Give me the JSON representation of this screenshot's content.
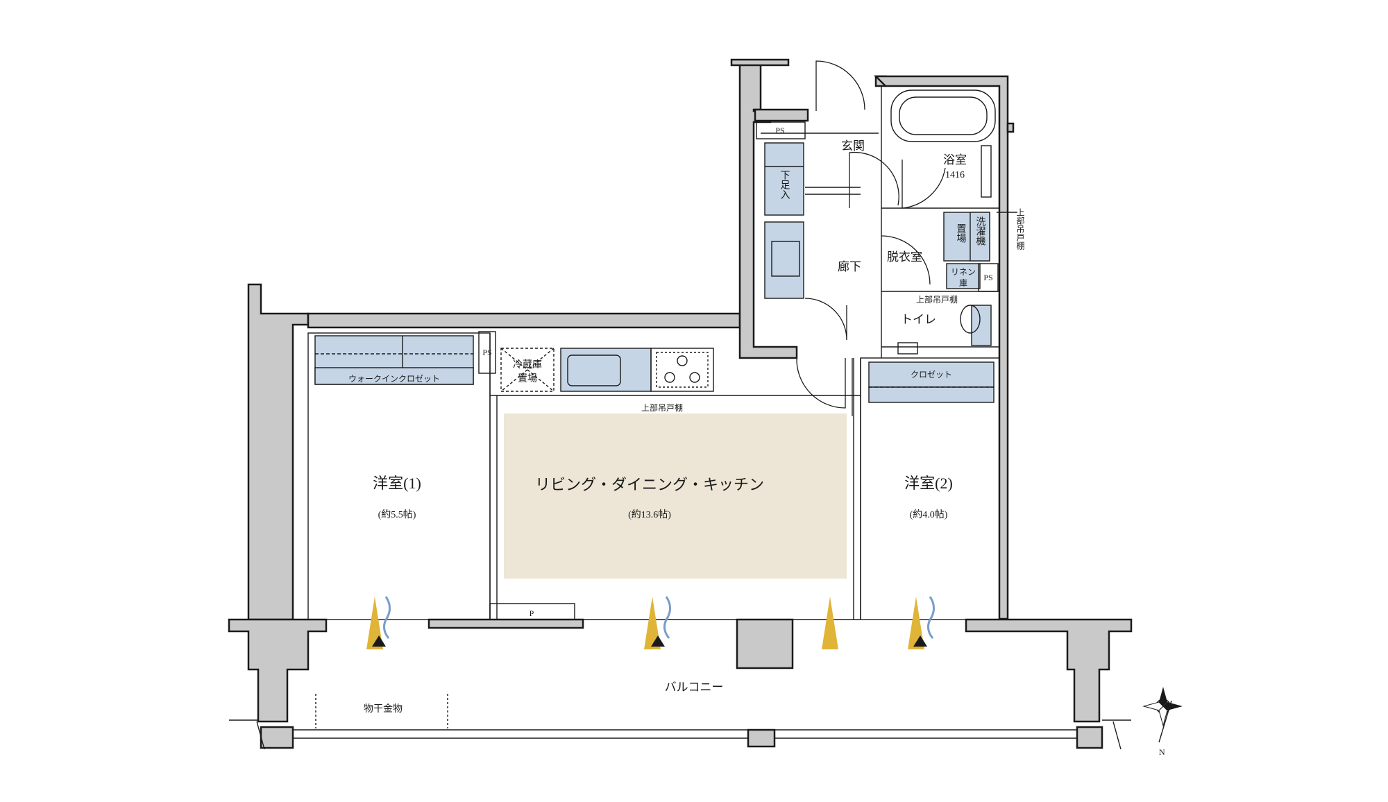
{
  "plan": {
    "rooms": {
      "genkan": "玄関",
      "bath": "浴室",
      "bath_size": "1416",
      "corridor": "廊下",
      "dressing": "脱衣室",
      "toilet": "トイレ",
      "western1": "洋室(1)",
      "western1_area": "(約5.5帖)",
      "western2": "洋室(2)",
      "western2_area": "(約4.0帖)",
      "ldk": "リビング・ダイニング・キッチン",
      "ldk_area": "(約13.6帖)",
      "balcony": "バルコニー"
    },
    "fixtures": {
      "ps": "PS",
      "shoe_box": "下足入",
      "washer_1": "洗濯機",
      "washer_2": "置場",
      "linen_1": "リネン",
      "linen_2": "庫",
      "upper_cabinet": "上部吊戸棚",
      "walk_in_closet": "ウォークインクロゼット",
      "fridge_1": "冷蔵庫",
      "fridge_2": "置場",
      "closet": "クロゼット",
      "p": "P",
      "drying_hardware": "物干金物",
      "upper_cabinet_vertical": "上部吊戸棚"
    },
    "compass": {
      "north": "N"
    },
    "colors": {
      "wall": "#c9c9c9",
      "fixture": "#c5d5e6",
      "ldk_floor": "#ede6d6",
      "airflow": "#e0b436",
      "breeze": "#7a9cc8"
    }
  }
}
